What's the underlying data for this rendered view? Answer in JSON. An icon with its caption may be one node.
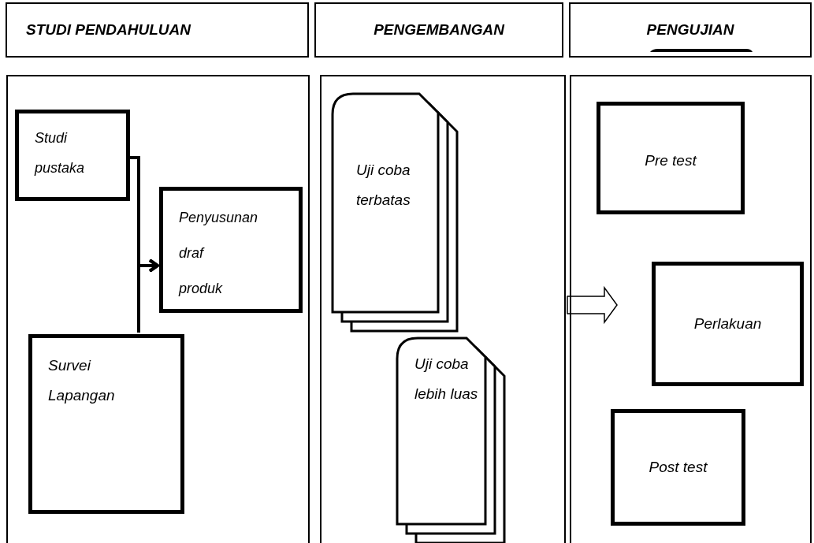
{
  "diagram": {
    "nodes": [
      {
        "text": [
          "STUDI  PENDAHULUAN"
        ]
      },
      {
        "text": [
          "PENGEMBANGAN"
        ]
      },
      {
        "text": [
          "PENGUJIAN"
        ]
      },
      {
        "text": [],
        "shape": "box"
      },
      {
        "text": [],
        "shape": "box"
      },
      {
        "text": [],
        "shape": "box"
      },
      {
        "text": [
          "Studi pustaka"
        ],
        "in": 3
      },
      {
        "text": [
          "Penyusunan draf produk"
        ],
        "in": 3
      },
      {
        "text": [
          "Survei Lapangan"
        ],
        "in": 3
      },
      {
        "text": [
          "Uji coba terbatas"
        ],
        "in": 4
      },
      {
        "text": [
          "Uji coba lebih luas"
        ],
        "in": 4
      },
      {
        "text": [
          "Pre test"
        ],
        "in": 5
      },
      {
        "text": [
          "Perlakuan"
        ],
        "in": 5
      },
      {
        "text": [
          "Post test"
        ],
        "in": 5
      }
    ],
    "edges": [
      {
        "from": 6,
        "to": 7,
        "arrow": "to"
      },
      {
        "from": 8,
        "to": 7,
        "arrow": "to"
      },
      {
        "from": 4,
        "to": null,
        "arrow": "to",
        "style": "thick"
      }
    ]
  }
}
